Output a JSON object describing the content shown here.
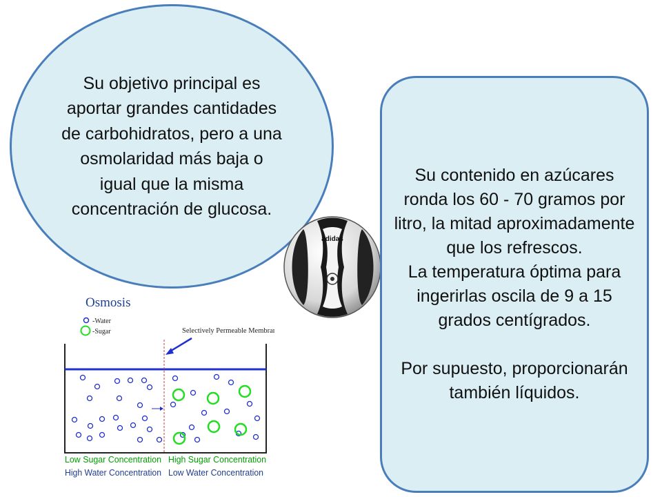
{
  "left_bubble": {
    "text": "Su objetivo principal es aportar grandes cantidades de carbohidratos, pero a una osmolaridad más baja o igual que la misma concentración de glucosa."
  },
  "right_bubble": {
    "paragraph_1": "Su contenido en azúcares ronda los 60 - 70 gramos por litro, la mitad aproximadamente que los refrescos.\nLa temperatura óptima para ingerirlas oscila de 9 a 15 grados centígrados.",
    "paragraph_2": "Por supuesto, proporcionarán también líquidos."
  },
  "ball": {
    "brand": "adidas"
  },
  "osmosis_diagram": {
    "title": "Osmosis",
    "legend_water": "-Water",
    "legend_sugar": "-Sugar",
    "membrane_label": "Selectively Permeable Membrane",
    "left_label_1": "Low Sugar Concentration",
    "left_label_2": "High Water Concentration",
    "right_label_1": "High Sugar Concentration",
    "right_label_2": "Low Water Concentration",
    "colors": {
      "water": "#1f2fd0",
      "sugar": "#22dd22",
      "membrane": "#c04040",
      "label": "#00a000",
      "title": "#1f3f8f"
    }
  }
}
